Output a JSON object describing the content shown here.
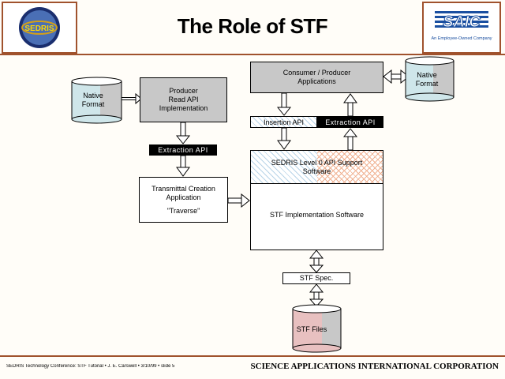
{
  "title": "The Role of STF",
  "logos": {
    "left_text": "SEDRIS",
    "right_text": "SAIC",
    "right_subtext": "An Employee-Owned Company"
  },
  "diagram": {
    "native_format_left": "Native\nFormat",
    "producer_read_api": "Producer\nRead API\nImplementation",
    "extraction_api_left": "Extraction API",
    "transmittal_creation": "Transmittal Creation\nApplication",
    "traverse": "\"Traverse\"",
    "consumer_producer": "Consumer / Producer\nApplications",
    "native_format_right": "Native\nFormat",
    "insertion_api": "Insertion API",
    "extraction_api_right": "Extraction API",
    "sedris_level0": "SEDRIS Level 0 API Support\nSoftware",
    "stf_implementation": "STF Implementation Software",
    "stf_spec": "STF Spec.",
    "stf_files": "STF Files"
  },
  "footer": {
    "left": "SEDRIS Technology Conference: STF Tutorial • J. E. Carswell • 3/10/99 • slide 5",
    "right": "SCIENCE APPLICATIONS INTERNATIONAL CORPORATION"
  },
  "colors": {
    "brand_brown": "#a0522d",
    "gray_box": "#c8c8c8",
    "cylinder_blue": "#cfe6ea",
    "cylinder_pink": "#e8c0c0"
  }
}
